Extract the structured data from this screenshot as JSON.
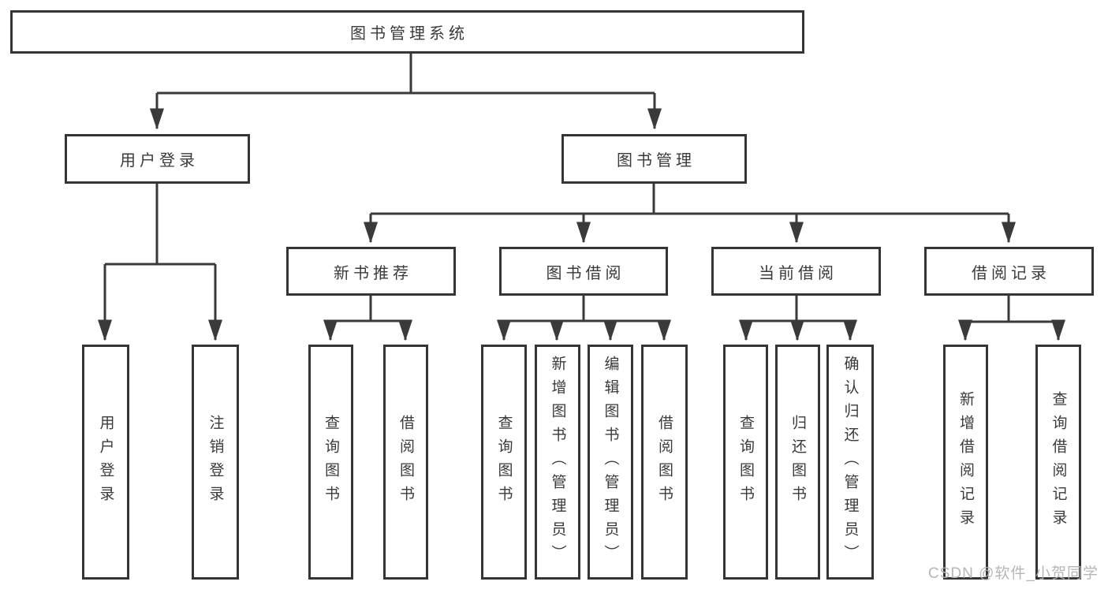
{
  "diagram": {
    "root": {
      "label": "图书管理系统"
    },
    "level2": [
      {
        "label": "用户登录"
      },
      {
        "label": "图书管理"
      }
    ],
    "level3": [
      {
        "label": "新书推荐",
        "parent": "图书管理"
      },
      {
        "label": "图书借阅",
        "parent": "图书管理"
      },
      {
        "label": "当前借阅",
        "parent": "图书管理"
      },
      {
        "label": "借阅记录",
        "parent": "图书管理"
      }
    ],
    "leaves": [
      {
        "label": "用户登录",
        "parent": "用户登录"
      },
      {
        "label": "注销登录",
        "parent": "用户登录"
      },
      {
        "label": "查询图书",
        "parent": "新书推荐"
      },
      {
        "label": "借阅图书",
        "parent": "新书推荐"
      },
      {
        "label": "查询图书",
        "parent": "图书借阅"
      },
      {
        "label": "新增图书（管理员）",
        "parent": "图书借阅"
      },
      {
        "label": "编辑图书（管理员）",
        "parent": "图书借阅"
      },
      {
        "label": "借阅图书",
        "parent": "图书借阅"
      },
      {
        "label": "查询图书",
        "parent": "当前借阅"
      },
      {
        "label": "归还图书",
        "parent": "当前借阅"
      },
      {
        "label": "确认归还（管理员）",
        "parent": "当前借阅"
      },
      {
        "label": "新增借阅记录",
        "parent": "借阅记录"
      },
      {
        "label": "查询借阅记录",
        "parent": "借阅记录"
      }
    ],
    "watermark": "CSDN @软件_小贺同学",
    "colors": {
      "line": "#3a3a3a",
      "box_border": "#353535",
      "box_fill": "#ffffff",
      "text": "#3a3a3a",
      "watermark": "#b2b2b2",
      "background": "#ffffff"
    }
  }
}
